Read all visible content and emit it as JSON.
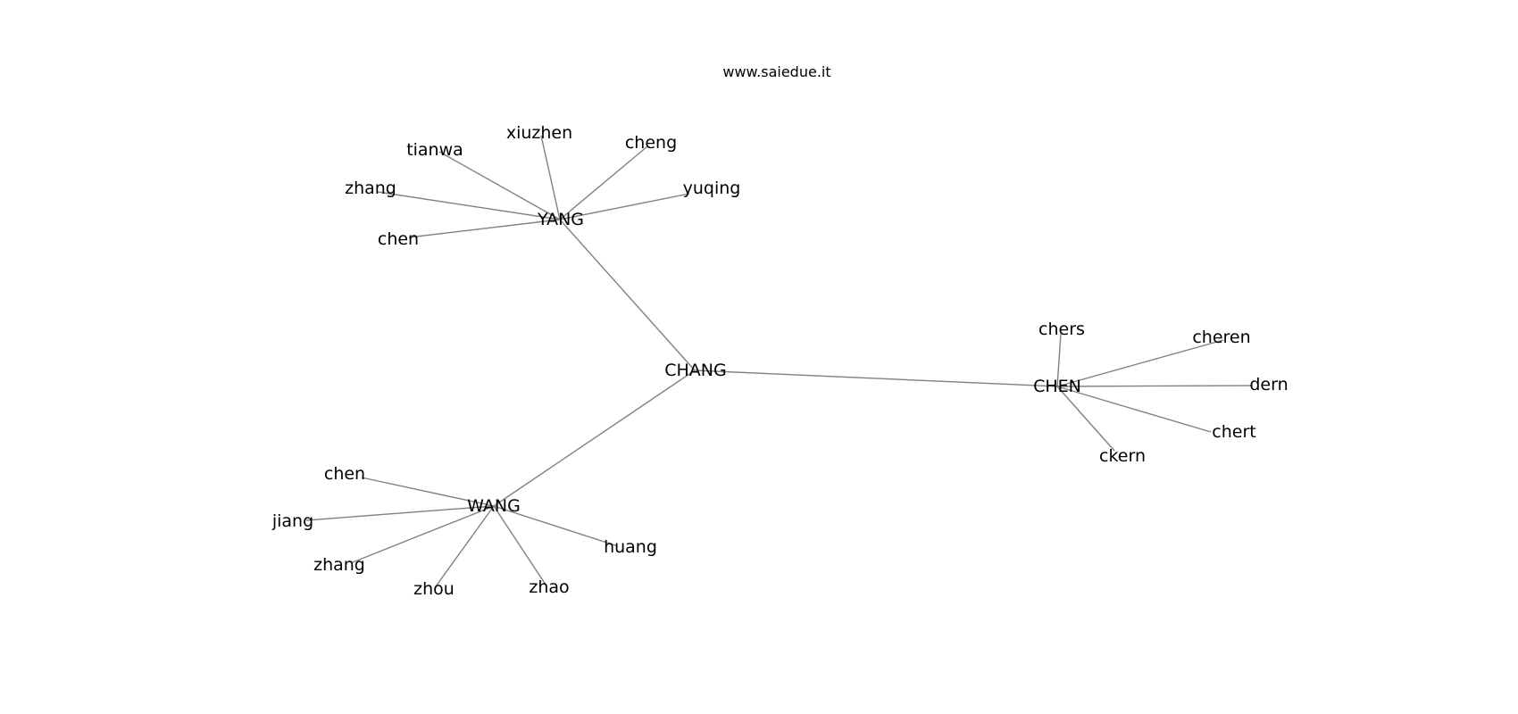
{
  "title": "www.saiedue.it",
  "graph": {
    "edge_color": "#808080",
    "label_color": "#000000",
    "nodes": [
      {
        "id": "CHANG",
        "label": "CHANG"
      },
      {
        "id": "YANG",
        "label": "YANG"
      },
      {
        "id": "WANG",
        "label": "WANG"
      },
      {
        "id": "CHEN",
        "label": "CHEN"
      },
      {
        "id": "yang_xiuzhen",
        "label": "xiuzhen"
      },
      {
        "id": "yang_cheng",
        "label": "cheng"
      },
      {
        "id": "yang_tianwa",
        "label": "tianwa"
      },
      {
        "id": "yang_yuqing",
        "label": "yuqing"
      },
      {
        "id": "yang_zhang",
        "label": "zhang"
      },
      {
        "id": "yang_chen",
        "label": "chen"
      },
      {
        "id": "chen_chers",
        "label": "chers"
      },
      {
        "id": "chen_cheren",
        "label": "cheren"
      },
      {
        "id": "chen_dern",
        "label": "dern"
      },
      {
        "id": "chen_chert",
        "label": "chert"
      },
      {
        "id": "chen_ckern",
        "label": "ckern"
      },
      {
        "id": "wang_chen",
        "label": "chen"
      },
      {
        "id": "wang_jiang",
        "label": "jiang"
      },
      {
        "id": "wang_zhang",
        "label": "zhang"
      },
      {
        "id": "wang_zhou",
        "label": "zhou"
      },
      {
        "id": "wang_zhao",
        "label": "zhao"
      },
      {
        "id": "wang_huang",
        "label": "huang"
      }
    ],
    "edges": [
      [
        "CHANG",
        "YANG"
      ],
      [
        "CHANG",
        "WANG"
      ],
      [
        "CHANG",
        "CHEN"
      ],
      [
        "YANG",
        "yang_xiuzhen"
      ],
      [
        "YANG",
        "yang_cheng"
      ],
      [
        "YANG",
        "yang_tianwa"
      ],
      [
        "YANG",
        "yang_yuqing"
      ],
      [
        "YANG",
        "yang_zhang"
      ],
      [
        "YANG",
        "yang_chen"
      ],
      [
        "CHEN",
        "chen_chers"
      ],
      [
        "CHEN",
        "chen_cheren"
      ],
      [
        "CHEN",
        "chen_dern"
      ],
      [
        "CHEN",
        "chen_chert"
      ],
      [
        "CHEN",
        "chen_ckern"
      ],
      [
        "WANG",
        "wang_chen"
      ],
      [
        "WANG",
        "wang_jiang"
      ],
      [
        "WANG",
        "wang_zhang"
      ],
      [
        "WANG",
        "wang_zhou"
      ],
      [
        "WANG",
        "wang_zhao"
      ],
      [
        "WANG",
        "wang_huang"
      ]
    ]
  }
}
